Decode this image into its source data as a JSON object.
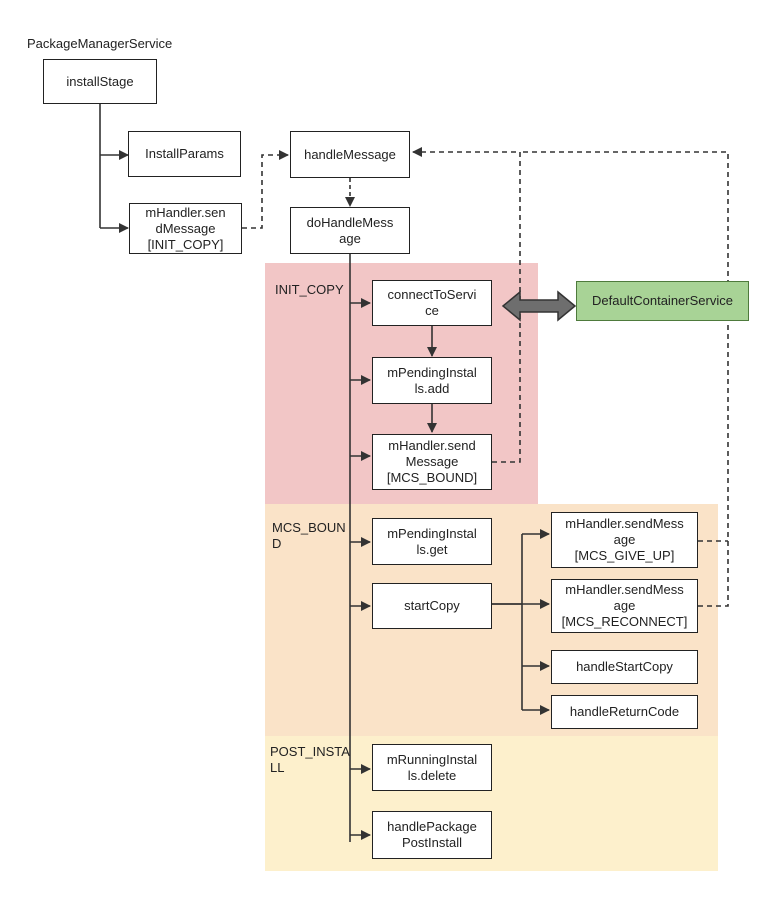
{
  "colors": {
    "init_copy_region": "#f2c6c6",
    "mcs_bound_region": "#fae3c8",
    "post_install_region": "#fdf0cc",
    "service_box": "#a8d396",
    "line": "#333333"
  },
  "diagram": {
    "title": "PackageManagerService",
    "regions": {
      "init_copy": "INIT_COPY",
      "mcs_bound": "MCS_BOUN\nD",
      "post_install": "POST_INSTA\nLL"
    },
    "nodes": {
      "install_stage": "installStage",
      "install_params": "InstallParams",
      "send_init_copy": "mHandler.sen\ndMessage\n[INIT_COPY]",
      "handle_message": "handleMessage",
      "do_handle_message": "doHandleMess\nage",
      "connect_to_service": "connectToServi\nce",
      "pending_installs_add": "mPendingInstal\nls.add",
      "send_mcs_bound": "mHandler.send\nMessage\n[MCS_BOUND]",
      "default_container_service": "DefaultContainerService",
      "pending_installs_get": "mPendingInstal\nls.get",
      "start_copy": "startCopy",
      "send_mcs_give_up": "mHandler.sendMess\nage\n[MCS_GIVE_UP]",
      "send_mcs_reconnect": "mHandler.sendMess\nage\n[MCS_RECONNECT]",
      "handle_start_copy": "handleStartCopy",
      "handle_return_code": "handleReturnCode",
      "running_installs_delete": "mRunningInstal\nls.delete",
      "handle_package_post_install": "handlePackage\nPostInstall"
    }
  }
}
